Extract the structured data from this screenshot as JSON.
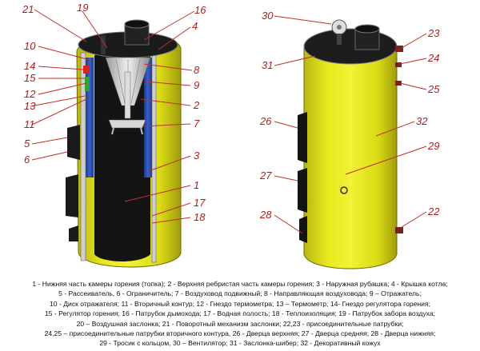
{
  "callouts": {
    "n21": "21",
    "n19": "19",
    "n16": "16",
    "n4": "4",
    "n10": "10",
    "n14": "14",
    "n15": "15",
    "n12": "12",
    "n13": "13",
    "n11": "11",
    "n8": "8",
    "n9": "9",
    "n2": "2",
    "n7": "7",
    "n5": "5",
    "n6": "6",
    "n3": "3",
    "n1": "1",
    "n17": "17",
    "n18": "18",
    "n30": "30",
    "n23": "23",
    "n31": "31",
    "n24": "24",
    "n25": "25",
    "n26": "26",
    "n32": "32",
    "n29": "29",
    "n27": "27",
    "n28": "28",
    "n22": "22"
  },
  "legend": [
    "1 - Нижняя часть камеры горения (топка); 2 - Верхняя ребристая часть камеры горения; 3 - Наружная рубашка; 4 - Крышка котла;",
    "5 - Рассеиватель, 6 - Ограничитель; 7 - Воздуховод подвижный; 8 - Направляющая воздуховода; 9 – Отражатель;",
    "10 - Диск отражателя; 11 - Вторичный контур; 12 - Гнездо термометра; 13 – Термометр; 14- Гнездо регулятора горения;",
    "15 - Регулятор горения; 16 - Патрубок дымохода; 17 - Водная полость; 18 - Теплоизоляция; 19 - Патрубок забора воздуха;",
    "20 – Воздушная заслонка; 21 - Поворотный механизм заслонки; 22,23 - присоединительные патрубки;",
    "24,25 – присоединительные патрубки вторичного контура, 26 - Дверца верхняя; 27 - Дверца средняя; 28 - Дверца нижняя;",
    "29 - Тросик с кольцом, 30 – Вентилятор; 31 - Заслонка-шибер; 32 - Декоративный кожух"
  ],
  "colors": {
    "jacket_yellow": "#e3e317",
    "jacket_shadow": "#b5b210",
    "firebox_dark": "#141414",
    "secondary_blue": "#2c50b8",
    "callout_red": "#c0302a"
  }
}
